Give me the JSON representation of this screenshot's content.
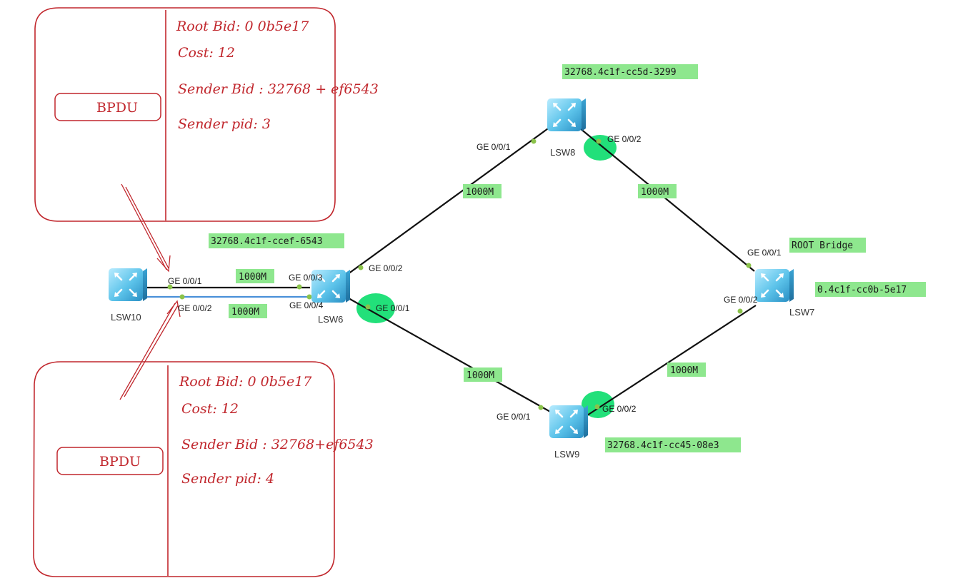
{
  "colors": {
    "link": "#111111",
    "blocked_link": "#4a90d9",
    "port_dot": "#8bc34a",
    "root_port_highlight": "#22e07a",
    "tag_bg": "#8ee78e",
    "annotation": "#c1272d"
  },
  "devices": {
    "lsw10": "LSW10",
    "lsw6": "LSW6",
    "lsw8": "LSW8",
    "lsw9": "LSW9",
    "lsw7": "LSW7"
  },
  "bridge_ids": {
    "lsw6": "32768.4c1f-ccef-6543",
    "lsw8": "32768.4c1f-cc5d-3299",
    "lsw9": "32768.4c1f-cc45-08e3",
    "lsw7": "0.4c1f-cc0b-5e17"
  },
  "root_label": "ROOT Bridge",
  "ports": {
    "lsw10_p1": "GE 0/0/1",
    "lsw10_p2": "GE 0/0/2",
    "lsw6_p3": "GE 0/0/3",
    "lsw6_p4": "GE 0/0/4",
    "lsw6_p2": "GE 0/0/2",
    "lsw6_p1": "GE 0/0/1",
    "lsw8_p1": "GE 0/0/1",
    "lsw8_p2": "GE 0/0/2",
    "lsw9_p1": "GE 0/0/1",
    "lsw9_p2": "GE 0/0/2",
    "lsw7_p1": "GE 0/0/1",
    "lsw7_p2": "GE 0/0/2"
  },
  "link_speeds": {
    "lsw10_lsw6_a": "1000M",
    "lsw10_lsw6_b": "1000M",
    "lsw6_lsw8": "1000M",
    "lsw8_lsw7": "1000M",
    "lsw6_lsw9": "1000M",
    "lsw9_lsw7": "1000M"
  },
  "bpdu_top": {
    "label": "BPDU",
    "root_bid": "Root Bid: 0 0b5e17",
    "cost": "Cost: 12",
    "sender_bid": "Sender Bid : 32768 + ef6543",
    "sender_pid": "Sender pid:  3"
  },
  "bpdu_bottom": {
    "label": "BPDU",
    "root_bid": "Root Bid: 0 0b5e17",
    "cost": "Cost: 12",
    "sender_bid": "Sender Bid : 32768+ef6543",
    "sender_pid": "Sender pid:   4"
  }
}
